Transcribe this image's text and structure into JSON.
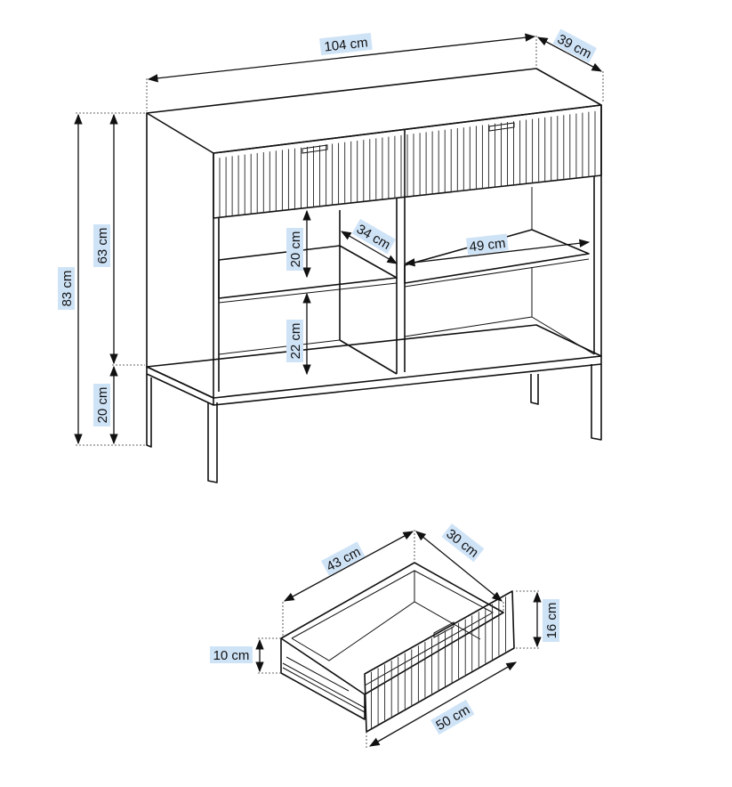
{
  "dimensions": {
    "cabinet_width": "104 cm",
    "cabinet_depth": "39 cm",
    "cabinet_total_height": "83 cm",
    "cabinet_body_height": "63 cm",
    "leg_height": "20 cm",
    "shelf_depth": "34 cm",
    "shelf_width": "49 cm",
    "upper_compartment_height": "20 cm",
    "lower_compartment_height": "22 cm",
    "drawer_inner_width": "43 cm",
    "drawer_depth": "30 cm",
    "drawer_front_height": "16 cm",
    "drawer_side_height": "10 cm",
    "drawer_front_width": "50 cm"
  },
  "colors": {
    "line": "#111111",
    "label_highlight": "#cfe3f7"
  }
}
